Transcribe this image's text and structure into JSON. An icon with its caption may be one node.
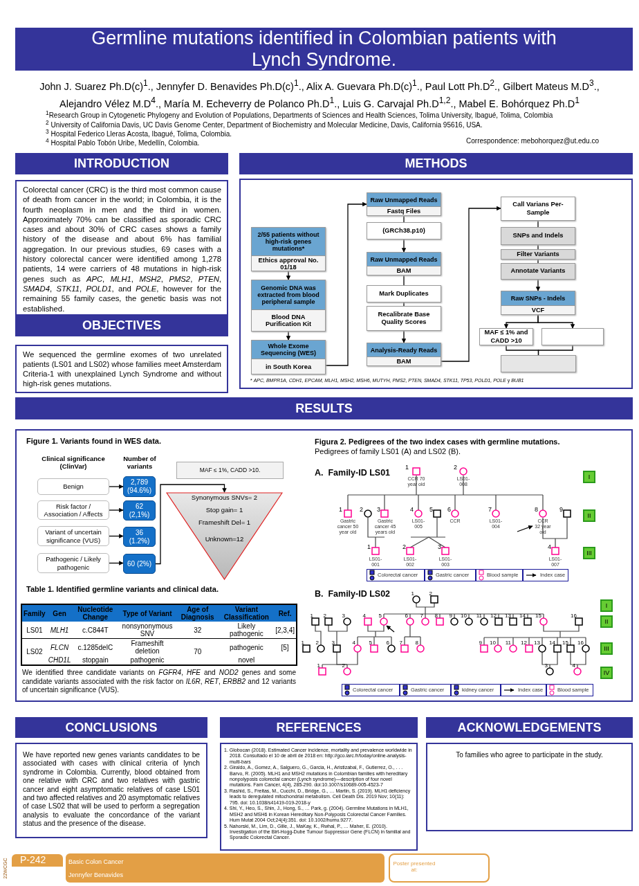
{
  "diagram": {
    "title": "Germline mutations identified in Colombian patients with Lynch Syndrome.",
    "nodes": [
      {
        "text": [
          "2/55 patients without high-risk genes mutations*",
          "Ethics approval No. 01/18"
        ]
      },
      {
        "text": [
          "Genomic DNA was extracted from blood peripheral sample",
          "Blood DNA Purification Kit"
        ]
      },
      {
        "text": [
          "Whole Exome Sequencing (WES)",
          "in South Korea"
        ]
      },
      {
        "text": [
          "Raw Unmapped Reads",
          "Fastq Files"
        ]
      },
      {
        "text": [
          "(GRCh38.p10)"
        ]
      },
      {
        "text": [
          "Raw Unmapped Reads",
          "BAM"
        ]
      },
      {
        "text": [
          "Mark Duplicates"
        ]
      },
      {
        "text": [
          "Recalibrate Base Quality Scores"
        ]
      },
      {
        "text": [
          "Analysis-Ready Reads",
          "BAM"
        ]
      },
      {
        "text": [
          "Call Varians Per-Sample"
        ]
      },
      {
        "text": [
          "SNPs and Indels"
        ]
      },
      {
        "text": [
          "Filter Variants"
        ]
      },
      {
        "text": [
          "Annotate Variants"
        ]
      },
      {
        "text": [
          "Raw SNPs - Indels",
          "VCF"
        ]
      },
      {
        "text": [
          "MAF ≤ 1% and CADD >10"
        ]
      },
      {
        "text": [],
        "shape": "box"
      },
      {
        "text": [],
        "shape": "box"
      },
      {
        "text": [
          "Benign"
        ]
      },
      {
        "text": [
          "Risk factor / Association / Affects"
        ]
      },
      {
        "text": [
          "Variant of uncertain significance (VUS)"
        ]
      },
      {
        "text": [
          "Pathogenic / Likely pathogenic"
        ]
      },
      {
        "text": [
          "2,789 (94.6%)"
        ]
      },
      {
        "text": [
          "62 (2,1%)"
        ]
      },
      {
        "text": [
          "36 (1.2%)"
        ]
      },
      {
        "text": [
          "60 (2%)"
        ]
      },
      {
        "text": [
          "MAF ≤ 1%, CADD >10."
        ]
      },
      {
        "text": [
          "Synonymous SNVs= 2",
          "Stop gain= 1",
          "Frameshift Del= 1",
          "Unknown=12"
        ]
      }
    ],
    "edges": [
      {
        "from": 0,
        "to": 1,
        "arrow": "to"
      },
      {
        "from": 1,
        "to": 2,
        "arrow": "to"
      },
      {
        "from": 2,
        "to": 3,
        "arrow": "to"
      },
      {
        "from": 3,
        "to": 4,
        "arrow": "none"
      },
      {
        "from": 4,
        "to": 5,
        "arrow": "to"
      },
      {
        "from": 5,
        "to": 6,
        "arrow": "none"
      },
      {
        "from": 6,
        "to": 7,
        "arrow": "none"
      },
      {
        "from": 7,
        "to": 8,
        "arrow": "to"
      },
      {
        "from": 8,
        "to": 9,
        "arrow": "to"
      },
      {
        "from": 9,
        "to": 10,
        "arrow": "none"
      },
      {
        "from": 10,
        "to": 11,
        "arrow": "none"
      },
      {
        "from": 11,
        "to": 12,
        "arrow": "none"
      },
      {
        "from": 12,
        "to": 13,
        "arrow": "to"
      },
      {
        "from": 13,
        "to": 14,
        "arrow": "to"
      },
      {
        "from": 13,
        "to": 15,
        "arrow": "to"
      },
      {
        "from": 14,
        "to": 16,
        "arrow": "none"
      },
      {
        "from": 15,
        "to": 16,
        "arrow": "none"
      },
      {
        "from": 17,
        "to": 21,
        "arrow": "to"
      },
      {
        "from": 18,
        "to": 22,
        "arrow": "to"
      },
      {
        "from": 19,
        "to": 23,
        "arrow": "to"
      },
      {
        "from": 20,
        "to": 24,
        "arrow": "to"
      },
      {
        "from": 24,
        "to": 26,
        "arrow": "to"
      }
    ],
    "labels": [
      "John J. Suarez Ph.D(c)$^{1}$., Jennyfer D. Benavides Ph.D(c)$^{1}$., Alix A. Guevara Ph.D(c)$^{1}$., Paul Lott Ph.D$^{2}$., Gilbert Mateus M.D$^{3}$., Alejandro Vélez M.D$^{4}$., María M. Echeverry de Polanco Ph.D$^{1}$., Luis G. Carvajal Ph.D$^{1,2}$., Mabel E. Bohórquez Ph.D$^{1}$",
      "$^{1}$Research Group in Cytogenetic Phylogeny and Evolution of Populations, Departments of Sciences and Health Sciences, Tolima University, Ibagué, Tolima, Colombia",
      "$^{2}$ University of California Davis, UC Davis Genome Center, Department of Biochemistry and Molecular Medicine, Davis, California 95616, USA.",
      "$^{3}$ Hospital Federico Lleras Acosta, Ibagué, Tolima, Colombia.",
      "$^{4}$ Hospital Pablo Tobón Uribe, Medellín, Colombia.",
      "Correspondence: mebohorquez@ut.edu.co",
      "INTRODUCTION",
      "METHODS",
      "Colorectal cancer (CRC) is the third most common cause of death from cancer in the world; in Colombia, it is the fourth neoplasm in men and the third in women. Approximately 70% can be classified as sporadic CRC cases and about 30% of CRC cases shows a family history of the disease and about 6% has familial aggregation. In our previous studies, 69 cases with a history colorectal cancer were identified among 1,278 patients, 14 were carriers of 48 mutations in high-risk genes such as *APC*, *MLH1*, *MSH2*, *PMS2*, *PTEN*, *SMAD4*, *STK11*, *POLD1*, and *POLE*, however for the remaining 55 family cases, the genetic basis was not established.",
      "OBJECTIVES",
      "We sequenced the germline exomes of two unrelated patients (LS01 and LS02) whose families meet Amsterdam Criteria-1 with unexplained Lynch Syndrome and without high-risk genes mutations.",
      "* *APC, BMPR1A, CDH1, EPCAM, MLH1, MSH2, MSH6, MUTYH, PMS2, PTEN, SMAD4, STK11, TP53, POLD1, POLE* y *BUB1*",
      "RESULTS",
      "Figure 1. Variants found in WES data.",
      "Clinical significance (ClinVar)",
      "Number of variants",
      "Table 1. Identified germline variants and clinical data.",
      "Family",
      "Gen",
      "Nucleotide Change",
      "Type of Variant",
      "Age of Diagnosis",
      "Variant Classification",
      "Ref.",
      "LS01",
      "MLH1",
      "c.C844T",
      "nonsynonymous SNV",
      "32",
      "Likely pathogenic",
      "[2,3,4]",
      "LS02",
      "FLCN",
      "c.1285delC",
      "Frameshift deletion",
      "70",
      "pathogenic",
      "[5]",
      "CHD1L",
      "stopgain",
      "pathogenic",
      "novel",
      "We identified three candidate variants on *FGFR4*, *HFE* and *NOD2* genes and some candidate variants associated with the risk factor on *IL6R*, *RET*, *ERBB2* and 12 variants of uncertain significance (VUS).",
      "Figura 2. Pedigrees of the two index cases with germline mutations.",
      "Pedigrees of family LS01 (A) and LS02 (B).",
      "A.  Family-ID LS01",
      "1",
      "CCR 70 year old",
      "2",
      "LS01-008",
      "1",
      "Gastric cancer 50 year old",
      "2",
      "3",
      "Gastric cancer 45 years old",
      "4",
      "LS01-005",
      "5",
      "6",
      "CCR",
      "7",
      "LS01-004",
      "8",
      "CCR 32 year old",
      "9",
      "1",
      "LS01-001",
      "2",
      "LS01-002",
      "3",
      "LS01-003",
      "4",
      "LS01-007",
      "I",
      "II",
      "III",
      "B.  Family-ID LS02",
      "1",
      "2",
      "1",
      "2",
      "3",
      "4",
      "5",
      "6",
      "7",
      "8",
      "9",
      "10",
      "11",
      "12",
      "13",
      "14",
      "15",
      "16",
      "1",
      "2",
      "3",
      "4",
      "5",
      "6",
      "7",
      "8",
      "9",
      "10",
      "11",
      "12",
      "13",
      "14",
      "15",
      "16",
      "1",
      "2",
      "3",
      "4",
      "I",
      "II",
      "III",
      "IV",
      "CONCLUSIONS",
      "REFERENCES",
      "ACKNOWLEDGEMENTS",
      "We have reported new genes variants candidates to be associated with cases with clinical criteria of lynch syndrome in Colombia. Currently, blood obtained from one relative with CRC and two relatives with gastric cancer and eight asymptomatic relatives of case LS01 and two affected relatives and 20 asymptomatic relatives of case LS02 that will be used to perform a segregation analysis to evaluate the concordance of the variant status and the presence of the disease.",
      "1. Globocan (2018). Estimated Cancer incidence, mortality and prevalence worldwide in 2018. Consultado el 10 de abril de 2018 en: http://gco.iarc.fr/today/online-analysis-multi-bars",
      "2. Giraldo, A., Gomez, A., Salguero, G., Garcia, H., Aristizabal, F., Gutierrez, O., . . . Barvo, R. (2005). MLH1 and MSH2 mutations in Colombian families with hereditary nonpolyposis colorectal cancer (Lynch syndrome)—description of four novel mutations. Fam Cancer, 4(4), 285-290. doi:10.1007/s10689-005-4523-7",
      "3. Rashid, S., Freitas, M., Cucchi, D., Bridge, G., … Martin, S. (2019). MLH1 deficiency leads to deregulated mitochondrial metabolism. Cell Death Dis. 2019 Nov; 10(11): 795. doi: 10.1038/s41419-019-2018-y",
      "4. Shi, Y., Heo, S., Shin, J., Hong, S., … Park, g. (2004). Germline Mutations in MLH1, MSH2 and MSH6 in Korean Hereditary Non-Polyposis Colorectal Cancer Families. Hum Mutat 2004 Oct;24(4):351. doi: 10.1002/humu.9277.",
      "5. Nahorski, M., Lim, D., Gille, J., MaKay, K., Rwhal, P., … Maher, E. (2010). Investigation of the Birt-Hogg-Dube Tumour Suppressor Gene (FLCN) in familial and Sporadic Colorectal Cancer.",
      "To families who agree to participate in the study.",
      "P-242",
      "22WCGC",
      "Basic Colon Cancer",
      "Jennyfer Benavides",
      "Poster presented at:"
    ],
    "legend": [
      {
        "text": "Colorectal cancer"
      },
      {
        "text": "Gastric cancer"
      },
      {
        "text": "Blood sample"
      },
      {
        "text": "Index case"
      },
      {
        "text": "Colorectal cancer"
      },
      {
        "text": "Gastric cancer"
      },
      {
        "text": "kidney cancer"
      },
      {
        "text": "Index case"
      },
      {
        "text": "Blood sample"
      }
    ]
  }
}
